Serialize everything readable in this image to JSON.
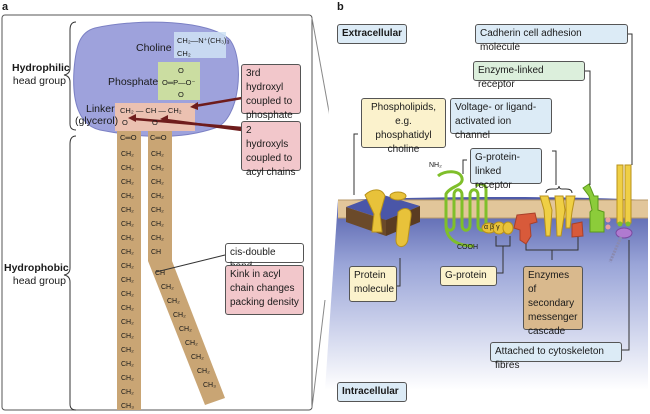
{
  "panel_a": {
    "letter": "a",
    "hydrophilic": {
      "title": "Hydrophilic",
      "subtitle": "head group"
    },
    "hydrophobic": {
      "title": "Hydrophobic",
      "subtitle": "head group"
    },
    "groups": {
      "choline": "Choline",
      "phosphate": "Phosphate",
      "linker": "Linker",
      "linker_sub": "(glycerol)"
    },
    "formulas": {
      "choline_top": "CH₂—N⁺(CH₃)₃",
      "ch2": "CH₂",
      "o": "O",
      "phosphate": "O═P—O⁻",
      "glycerol": "CH₂ — CH — CH₂",
      "carbonyl": "C═O",
      "ch": "CH",
      "ch3": "CH₃"
    },
    "callouts": {
      "third_hydroxyl": [
        "3rd hydroxyl",
        "coupled to",
        "phosphate"
      ],
      "two_hydroxyls": [
        "2 hydroxyls",
        "coupled to",
        "acyl chains"
      ],
      "cis_double_bond": "cis-double bond",
      "kink": [
        "Kink in acyl",
        "chain changes",
        "packing density"
      ]
    }
  },
  "panel_b": {
    "letter": "b",
    "extracellular": "Extracellular",
    "intracellular": "Intracellular",
    "labels": {
      "cadherin": "Cadherin cell adhesion molecule",
      "enzyme_linked": "Enzyme-linked receptor",
      "phospholipids": [
        "Phospholipids,",
        "e.g. phosphatidyl",
        "choline"
      ],
      "ion_channel": [
        "Voltage- or ligand-",
        "activated ion channel"
      ],
      "gpcr": [
        "G-protein-",
        "linked receptor"
      ],
      "protein_molecule": [
        "Protein",
        "molecule"
      ],
      "g_protein": "G-protein",
      "enzymes": [
        "Enzymes of",
        "secondary",
        "messenger",
        "cascade"
      ],
      "cytoskeleton": "Attached to cytoskeleton fibres",
      "nh2": "NH₂",
      "cooh": "COOH",
      "gprotein_subunits": "αβγ"
    }
  }
}
